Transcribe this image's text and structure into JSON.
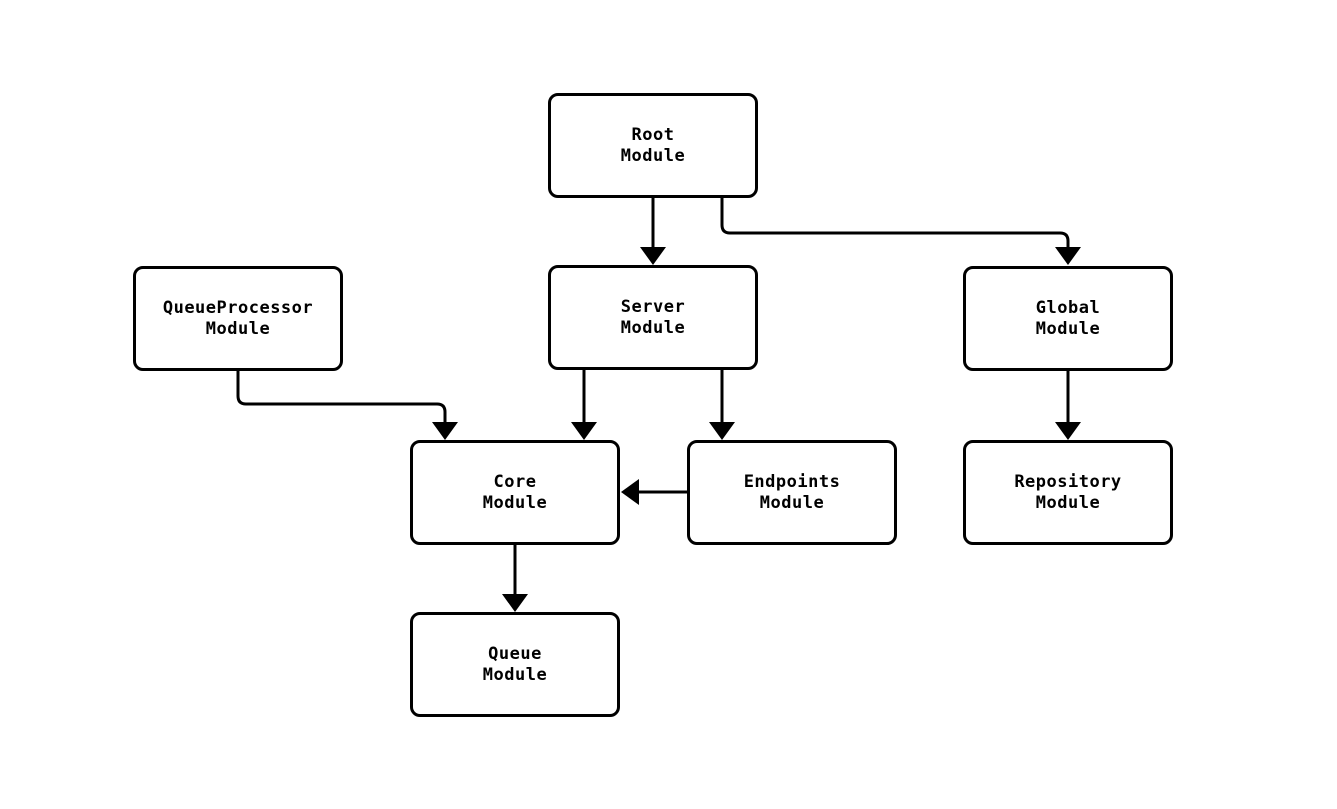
{
  "diagram": {
    "type": "module-dependency-graph",
    "colors": {
      "background": "#ffffff",
      "node_fill": "#ffffff",
      "node_border": "#000000",
      "edge_line": "#000000",
      "text": "#000000"
    },
    "nodes": [
      {
        "id": "root",
        "label": "Root\nModule"
      },
      {
        "id": "server",
        "label": "Server\nModule"
      },
      {
        "id": "queueprocessor",
        "label": "QueueProcessor\nModule"
      },
      {
        "id": "global",
        "label": "Global\nModule"
      },
      {
        "id": "core",
        "label": "Core\nModule"
      },
      {
        "id": "endpoints",
        "label": "Endpoints\nModule"
      },
      {
        "id": "repository",
        "label": "Repository\nModule"
      },
      {
        "id": "queue",
        "label": "Queue\nModule"
      }
    ],
    "edges": [
      {
        "from": "root",
        "to": "server"
      },
      {
        "from": "root",
        "to": "global"
      },
      {
        "from": "queueprocessor",
        "to": "core"
      },
      {
        "from": "server",
        "to": "core"
      },
      {
        "from": "server",
        "to": "endpoints"
      },
      {
        "from": "endpoints",
        "to": "core"
      },
      {
        "from": "global",
        "to": "repository"
      },
      {
        "from": "core",
        "to": "queue"
      }
    ]
  }
}
